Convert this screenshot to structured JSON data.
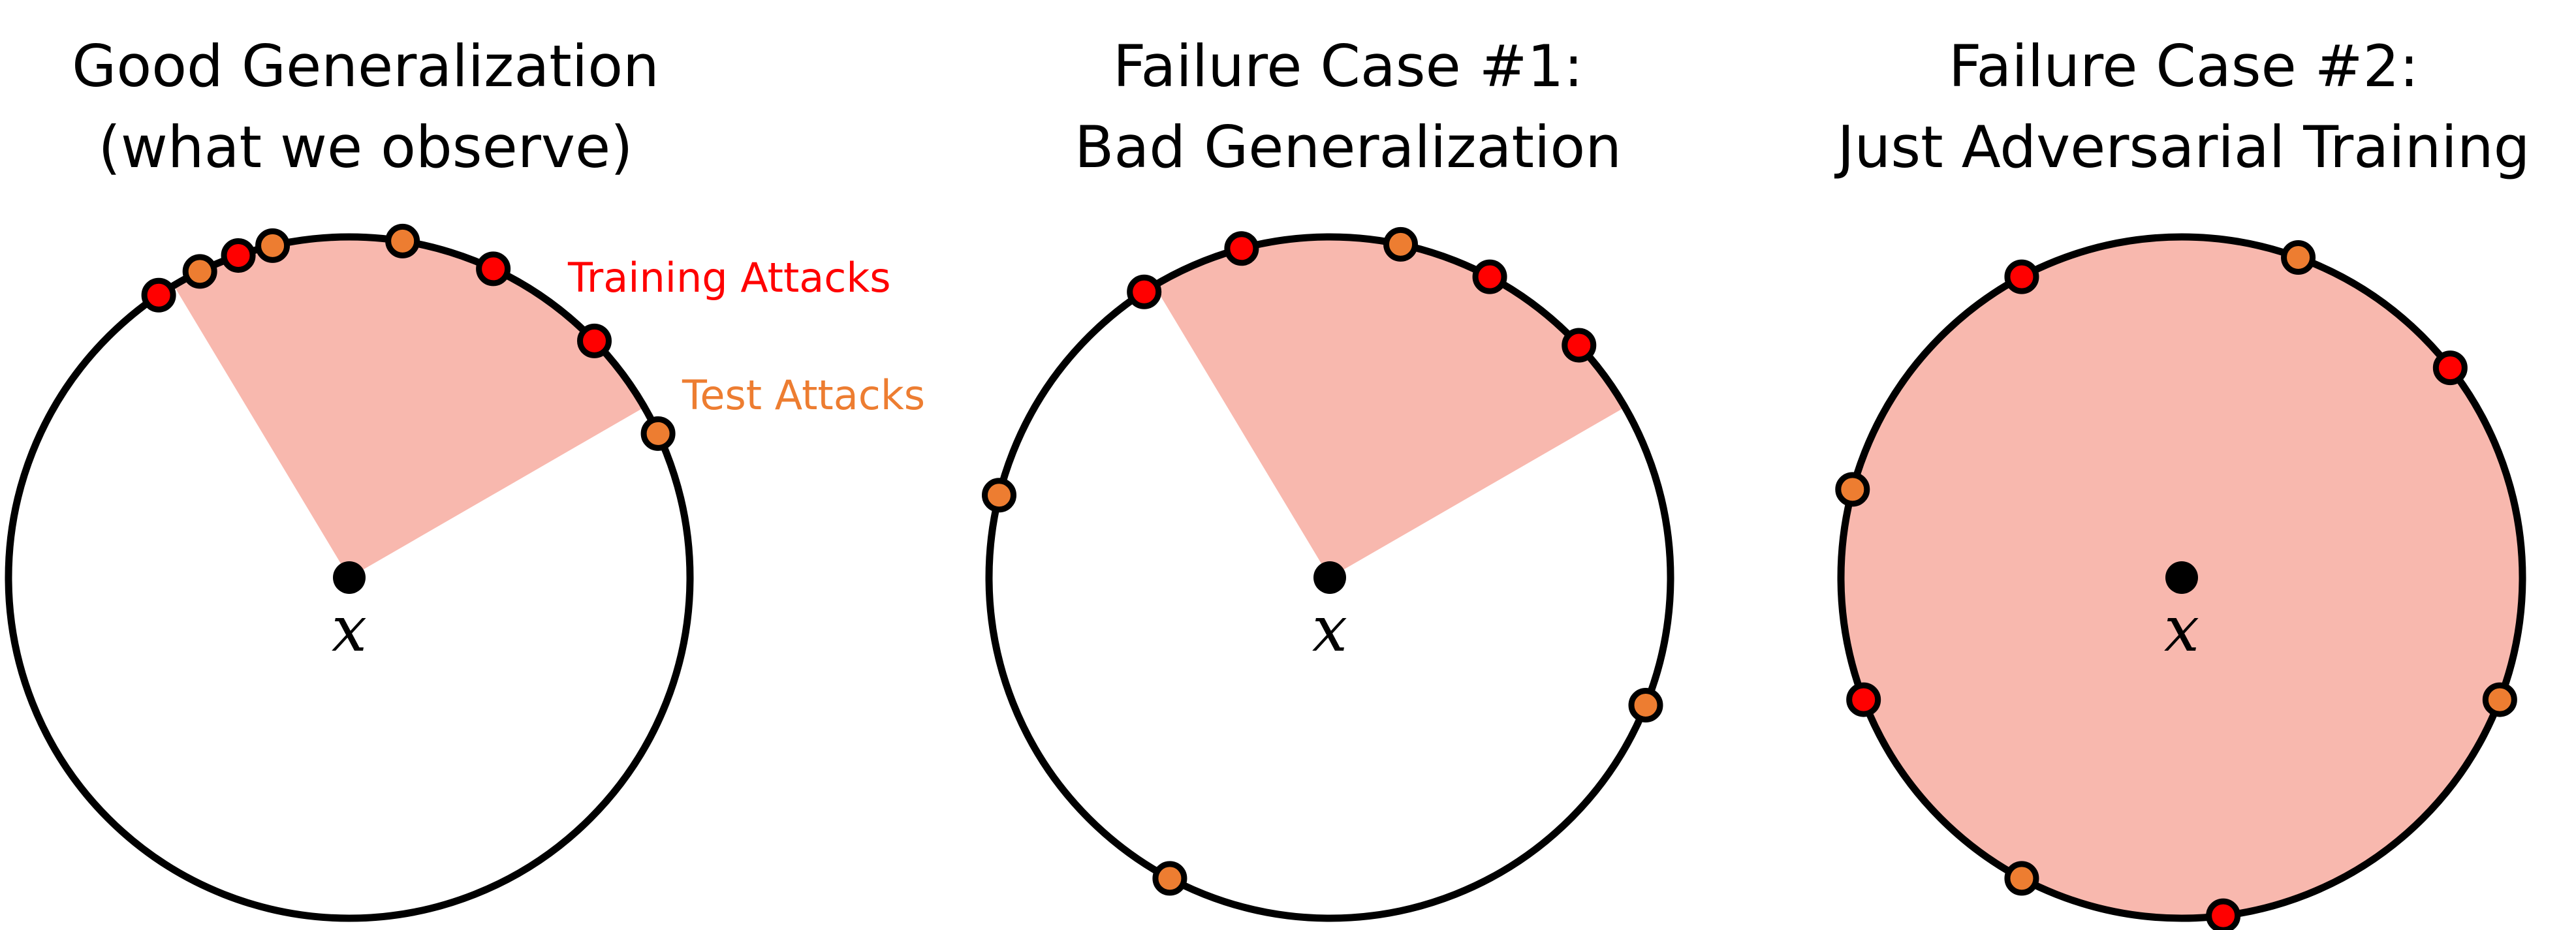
{
  "colors": {
    "training_attack": "#ff0000",
    "test_attack": "#ed7d31",
    "robust_region": "#f8b8ae",
    "outline": "#000000"
  },
  "legend": {
    "training_label": "Training Attacks",
    "test_label": "Test Attacks"
  },
  "panels": [
    {
      "title_lines": [
        "Good Generalization",
        "(what we observe)"
      ],
      "center_label": "x",
      "region": {
        "start_deg": 121,
        "end_deg": 30,
        "full_circle": false
      },
      "attacks": [
        {
          "type": "training",
          "angle_deg": 124
        },
        {
          "type": "test",
          "angle_deg": 116
        },
        {
          "type": "training",
          "angle_deg": 109
        },
        {
          "type": "test",
          "angle_deg": 103
        },
        {
          "type": "test",
          "angle_deg": 81
        },
        {
          "type": "training",
          "angle_deg": 65
        },
        {
          "type": "training",
          "angle_deg": 44
        },
        {
          "type": "test",
          "angle_deg": 25
        }
      ]
    },
    {
      "title_lines": [
        "Failure Case #1:",
        "Bad Generalization"
      ],
      "center_label": "x",
      "region": {
        "start_deg": 121,
        "end_deg": 30,
        "full_circle": false
      },
      "attacks": [
        {
          "type": "training",
          "angle_deg": 123
        },
        {
          "type": "training",
          "angle_deg": 105
        },
        {
          "type": "test",
          "angle_deg": 78
        },
        {
          "type": "training",
          "angle_deg": 62
        },
        {
          "type": "training",
          "angle_deg": 43
        },
        {
          "type": "test",
          "angle_deg": 166
        },
        {
          "type": "test",
          "angle_deg": -22
        },
        {
          "type": "test",
          "angle_deg": -118
        }
      ]
    },
    {
      "title_lines": [
        "Failure Case #2:",
        "Just Adversarial Training"
      ],
      "center_label": "x",
      "region": {
        "start_deg": 0,
        "end_deg": 360,
        "full_circle": true
      },
      "attacks": [
        {
          "type": "training",
          "angle_deg": 118
        },
        {
          "type": "test",
          "angle_deg": 70
        },
        {
          "type": "training",
          "angle_deg": 38
        },
        {
          "type": "test",
          "angle_deg": 165
        },
        {
          "type": "training",
          "angle_deg": -159
        },
        {
          "type": "test",
          "angle_deg": -21
        },
        {
          "type": "test",
          "angle_deg": -118
        },
        {
          "type": "training",
          "angle_deg": -83
        }
      ]
    }
  ]
}
